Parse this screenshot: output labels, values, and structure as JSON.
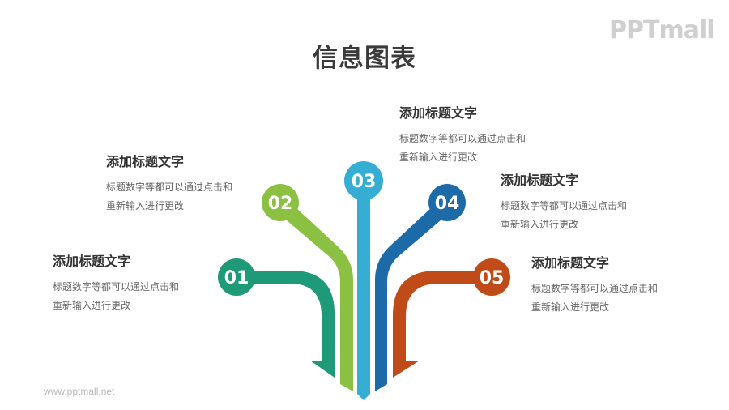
{
  "slide": {
    "title": "信息图表",
    "logo": "PPTmall",
    "footer": "www.pptmall.net"
  },
  "items": [
    {
      "number": "01",
      "color": "#1e9a78",
      "heading": "添加标题文字",
      "line1": "标题数字等都可以通过点击和",
      "line2": "重新输入进行更改"
    },
    {
      "number": "02",
      "color": "#8bc043",
      "heading": "添加标题文字",
      "line1": "标题数字等都可以通过点击和",
      "line2": "重新输入进行更改"
    },
    {
      "number": "03",
      "color": "#36aed3",
      "heading": "添加标题文字",
      "line1": "标题数字等都可以通过点击和",
      "line2": "重新输入进行更改"
    },
    {
      "number": "04",
      "color": "#1d6aa8",
      "heading": "添加标题文字",
      "line1": "标题数字等都可以通过点击和",
      "line2": "重新输入进行更改"
    },
    {
      "number": "05",
      "color": "#c04b18",
      "heading": "添加标题文字",
      "line1": "标题数字等都可以通过点击和",
      "line2": "重新输入进行更改"
    }
  ]
}
